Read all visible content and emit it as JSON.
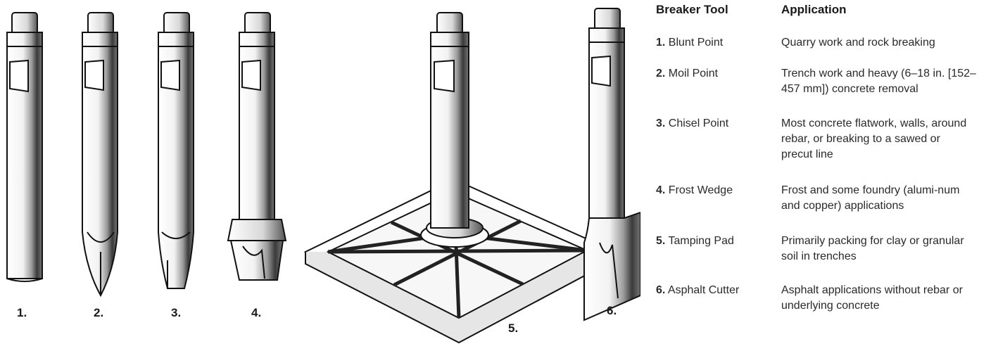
{
  "figure": {
    "labels": [
      "1.",
      "2.",
      "3.",
      "4.",
      "5.",
      "6."
    ]
  },
  "table": {
    "headers": {
      "tool": "Breaker Tool",
      "application": "Application"
    },
    "rows": [
      {
        "num": "1.",
        "tool": "Blunt Point",
        "application": "Quarry work and rock breaking"
      },
      {
        "num": "2.",
        "tool": "Moil Point",
        "application": "Trench work and heavy (6–18 in. [152–457 mm]) concrete removal"
      },
      {
        "num": "3.",
        "tool": "Chisel Point",
        "application": "Most concrete flatwork, walls, around rebar, or breaking to a sawed or precut line"
      },
      {
        "num": "4.",
        "tool": "Frost Wedge",
        "application": "Frost and some foundry (alumi-num and copper) applications"
      },
      {
        "num": "5.",
        "tool": "Tamping Pad",
        "application": "Primarily packing for clay or granular soil in trenches"
      },
      {
        "num": "6.",
        "tool": "Asphalt Cutter",
        "application": "Asphalt applications without rebar or underlying concrete"
      }
    ]
  }
}
